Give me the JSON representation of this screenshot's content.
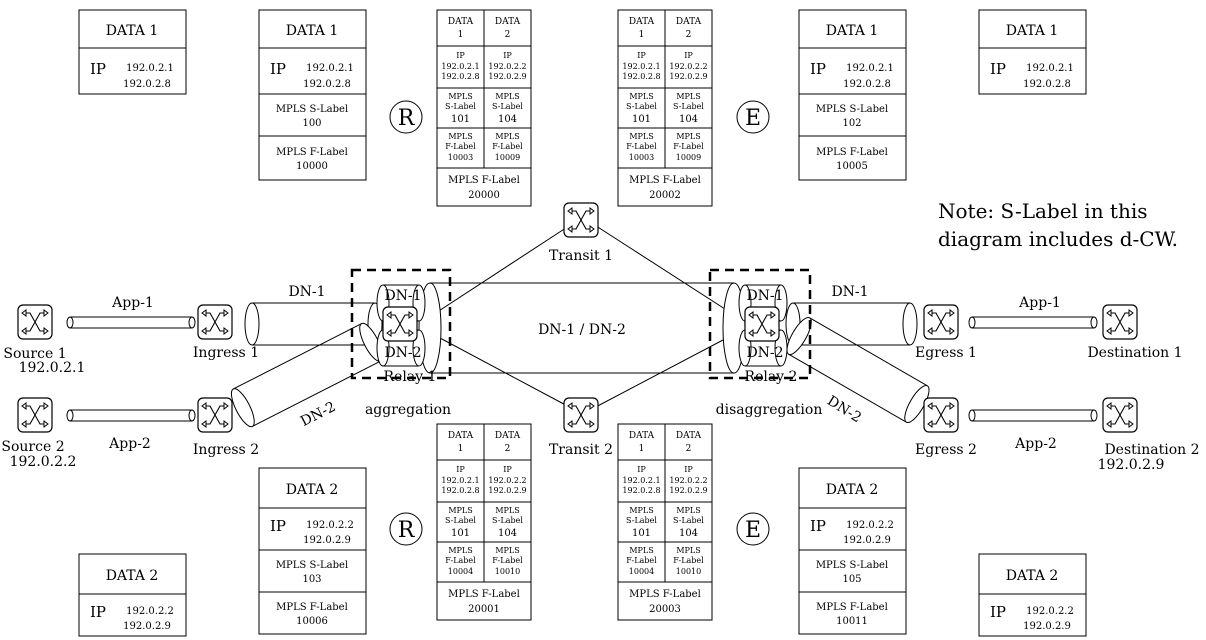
{
  "note": {
    "line1": "Note: S-Label in this",
    "line2": "diagram includes d-CW."
  },
  "nodes": {
    "source1": {
      "name": "Source 1",
      "ip": "192.0.2.1"
    },
    "source2": {
      "name": "Source 2",
      "ip": "192.0.2.2"
    },
    "ingress1": {
      "name": "Ingress 1"
    },
    "ingress2": {
      "name": "Ingress 2"
    },
    "relay1": {
      "name": "Relay 1"
    },
    "relay2": {
      "name": "Relay 2"
    },
    "transit1": {
      "name": "Transit 1"
    },
    "transit2": {
      "name": "Transit 2"
    },
    "egress1": {
      "name": "Egress 1"
    },
    "egress2": {
      "name": "Egress 2"
    },
    "dest1": {
      "name": "Destination 1"
    },
    "dest2": {
      "name": "Destination 2",
      "ip": "192.0.2.9"
    }
  },
  "links": {
    "app1_left": "App-1",
    "app2_left": "App-2",
    "app1_right": "App-1",
    "app2_right": "App-2",
    "dn1_left": "DN-1",
    "dn2_left": "DN-2",
    "dn1_right": "DN-1",
    "dn2_right": "DN-2",
    "relay1_dn1": "DN-1",
    "relay1_dn2": "DN-2",
    "relay2_dn1": "DN-1",
    "relay2_dn2": "DN-2",
    "aggregate": "DN-1 / DN-2",
    "aggregation": "aggregation",
    "disaggregation": "disaggregation"
  },
  "markers": {
    "r_top": "R",
    "e_top": "E",
    "r_bottom": "R",
    "e_bottom": "E"
  },
  "stacks": {
    "top_left_data": {
      "data": "DATA 1",
      "ip_label": "IP",
      "ip1": "192.0.2.1",
      "ip2": "192.0.2.8"
    },
    "top_ingress": {
      "data": "DATA 1",
      "ip_label": "IP",
      "ip1": "192.0.2.1",
      "ip2": "192.0.2.8",
      "s_label": "MPLS S-Label",
      "s_value": "100",
      "f_label": "MPLS F-Label",
      "f_value": "10000"
    },
    "top_egress": {
      "data": "DATA 1",
      "ip_label": "IP",
      "ip1": "192.0.2.1",
      "ip2": "192.0.2.8",
      "s_label": "MPLS S-Label",
      "s_value": "102",
      "f_label": "MPLS F-Label",
      "f_value": "10005"
    },
    "top_right_data": {
      "data": "DATA 1",
      "ip_label": "IP",
      "ip1": "192.0.2.1",
      "ip2": "192.0.2.8"
    },
    "bottom_left_data": {
      "data": "DATA 2",
      "ip_label": "IP",
      "ip1": "192.0.2.2",
      "ip2": "192.0.2.9"
    },
    "bottom_ingress": {
      "data": "DATA 2",
      "ip_label": "IP",
      "ip1": "192.0.2.2",
      "ip2": "192.0.2.9",
      "s_label": "MPLS S-Label",
      "s_value": "103",
      "f_label": "MPLS F-Label",
      "f_value": "10006"
    },
    "bottom_egress": {
      "data": "DATA 2",
      "ip_label": "IP",
      "ip1": "192.0.2.2",
      "ip2": "192.0.2.9",
      "s_label": "MPLS S-Label",
      "s_value": "105",
      "f_label": "MPLS F-Label",
      "f_value": "10011"
    },
    "bottom_right_data": {
      "data": "DATA 2",
      "ip_label": "IP",
      "ip1": "192.0.2.2",
      "ip2": "192.0.2.9"
    }
  },
  "dual": {
    "top_r": {
      "d1a": "DATA",
      "d1b": "1",
      "d2a": "DATA",
      "d2b": "2",
      "ip1a": "IP",
      "ip1b": "192.0.2.1",
      "ip1c": "192.0.2.8",
      "ip2a": "IP",
      "ip2b": "192.0.2.2",
      "ip2c": "192.0.2.9",
      "s1a": "MPLS",
      "s1b": "S-Label",
      "s1v": "101",
      "s2a": "MPLS",
      "s2b": "S-Label",
      "s2v": "104",
      "f1a": "MPLS",
      "f1b": "F-Label",
      "f1v": "10003",
      "f2a": "MPLS",
      "f2b": "F-Label",
      "f2v": "10009",
      "agg_label": "MPLS F-Label",
      "agg_value": "20000"
    },
    "top_e": {
      "d1a": "DATA",
      "d1b": "1",
      "d2a": "DATA",
      "d2b": "2",
      "ip1a": "IP",
      "ip1b": "192.0.2.1",
      "ip1c": "192.0.2.8",
      "ip2a": "IP",
      "ip2b": "192.0.2.2",
      "ip2c": "192.0.2.9",
      "s1a": "MPLS",
      "s1b": "S-Label",
      "s1v": "101",
      "s2a": "MPLS",
      "s2b": "S-Label",
      "s2v": "104",
      "f1a": "MPLS",
      "f1b": "F-Label",
      "f1v": "10003",
      "f2a": "MPLS",
      "f2b": "F-Label",
      "f2v": "10009",
      "agg_label": "MPLS F-Label",
      "agg_value": "20002"
    },
    "bottom_r": {
      "d1a": "DATA",
      "d1b": "1",
      "d2a": "DATA",
      "d2b": "2",
      "ip1a": "IP",
      "ip1b": "192.0.2.1",
      "ip1c": "192.0.2.8",
      "ip2a": "IP",
      "ip2b": "192.0.2.2",
      "ip2c": "192.0.2.9",
      "s1a": "MPLS",
      "s1b": "S-Label",
      "s1v": "101",
      "s2a": "MPLS",
      "s2b": "S-Label",
      "s2v": "104",
      "f1a": "MPLS",
      "f1b": "F-Label",
      "f1v": "10004",
      "f2a": "MPLS",
      "f2b": "F-Label",
      "f2v": "10010",
      "agg_label": "MPLS F-Label",
      "agg_value": "20001"
    },
    "bottom_e": {
      "d1a": "DATA",
      "d1b": "1",
      "d2a": "DATA",
      "d2b": "2",
      "ip1a": "IP",
      "ip1b": "192.0.2.1",
      "ip1c": "192.0.2.8",
      "ip2a": "IP",
      "ip2b": "192.0.2.2",
      "ip2c": "192.0.2.9",
      "s1a": "MPLS",
      "s1b": "S-Label",
      "s1v": "101",
      "s2a": "MPLS",
      "s2b": "S-Label",
      "s2v": "104",
      "f1a": "MPLS",
      "f1b": "F-Label",
      "f1v": "10004",
      "f2a": "MPLS",
      "f2b": "F-Label",
      "f2v": "10010",
      "agg_label": "MPLS F-Label",
      "agg_value": "20003"
    }
  }
}
